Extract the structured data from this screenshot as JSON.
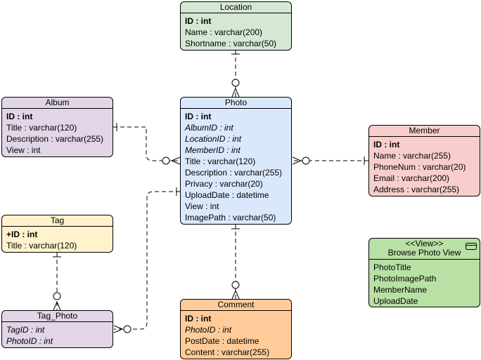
{
  "colors": {
    "location": "#d5e8d4",
    "album": "#e1d5e7",
    "photo": "#dae8fc",
    "member": "#f8cecc",
    "tag": "#fff2cc",
    "tag_photo": "#e1d5e7",
    "comment": "#ffcc99",
    "view": "#b9e0a5",
    "line": "#000000"
  },
  "entities": {
    "location": {
      "name": "Location",
      "rows": [
        {
          "text": "ID : int",
          "style": "bold"
        },
        {
          "text": "Name : varchar(200)",
          "style": "normal"
        },
        {
          "text": "Shortname : varchar(50)",
          "style": "normal"
        }
      ]
    },
    "album": {
      "name": "Album",
      "rows": [
        {
          "text": "ID : int",
          "style": "bold"
        },
        {
          "text": "Title : varchar(120)",
          "style": "normal"
        },
        {
          "text": "Description : varchar(255)",
          "style": "normal"
        },
        {
          "text": "View : int",
          "style": "normal"
        }
      ]
    },
    "photo": {
      "name": "Photo",
      "rows": [
        {
          "text": "ID : int",
          "style": "bold"
        },
        {
          "text": "AlbumID : int",
          "style": "italic"
        },
        {
          "text": "LocationID : int",
          "style": "italic"
        },
        {
          "text": "MemberID : int",
          "style": "italic"
        },
        {
          "text": "Title : varchar(120)",
          "style": "normal"
        },
        {
          "text": "Description : varchar(255)",
          "style": "normal"
        },
        {
          "text": "Privacy : varchar(20)",
          "style": "normal"
        },
        {
          "text": "UploadDate : datetime",
          "style": "normal"
        },
        {
          "text": "View : int",
          "style": "normal"
        },
        {
          "text": "ImagePath : varchar(50)",
          "style": "normal"
        }
      ]
    },
    "member": {
      "name": "Member",
      "rows": [
        {
          "text": "ID : int",
          "style": "bold"
        },
        {
          "text": "Name : varchar(255)",
          "style": "normal"
        },
        {
          "text": "PhoneNum : varchar(20)",
          "style": "normal"
        },
        {
          "text": "Email : varchar(200)",
          "style": "normal"
        },
        {
          "text": "Address : varchar(255)",
          "style": "normal"
        }
      ]
    },
    "tag": {
      "name": "Tag",
      "rows": [
        {
          "text": "+ID : int",
          "style": "bold"
        },
        {
          "text": "Title : varchar(120)",
          "style": "normal"
        }
      ]
    },
    "tag_photo": {
      "name": "Tag_Photo",
      "rows": [
        {
          "text": "TagID : int",
          "style": "italic"
        },
        {
          "text": "PhotoID : int",
          "style": "italic"
        }
      ]
    },
    "comment": {
      "name": "Comment",
      "rows": [
        {
          "text": "ID : int",
          "style": "bold"
        },
        {
          "text": "PhotoID : int",
          "style": "italic"
        },
        {
          "text": "PostDate : datetime",
          "style": "normal"
        },
        {
          "text": "Content : varchar(255)",
          "style": "normal"
        }
      ]
    }
  },
  "view": {
    "stereotype": "<<View>>",
    "name": "Browse Photo View",
    "icon": "view-icon",
    "rows": [
      "PhotoTitle",
      "PhotoImagePath",
      "MemberName",
      "UploadDate"
    ]
  },
  "relationships": [
    {
      "from": "location",
      "to": "photo",
      "from_end": "one",
      "to_end": "zero-or-many"
    },
    {
      "from": "album",
      "to": "photo",
      "from_end": "one",
      "to_end": "zero-or-many"
    },
    {
      "from": "member",
      "to": "photo",
      "from_end": "one",
      "to_end": "zero-or-many"
    },
    {
      "from": "photo",
      "to": "comment",
      "from_end": "one",
      "to_end": "zero-or-many"
    },
    {
      "from": "photo",
      "to": "tag_photo",
      "from_end": "one",
      "to_end": "zero-or-many"
    },
    {
      "from": "tag",
      "to": "tag_photo",
      "from_end": "one",
      "to_end": "zero-or-many"
    }
  ]
}
